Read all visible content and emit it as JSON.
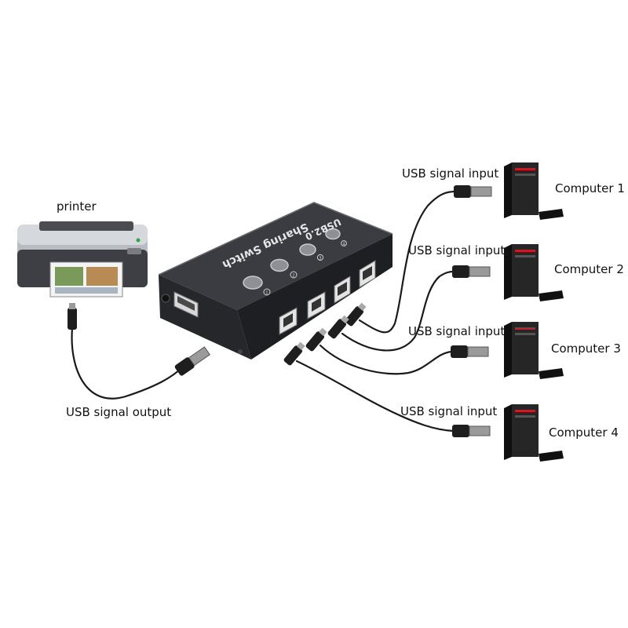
{
  "labels": {
    "printer": "printer",
    "usb_output": "USB signal output",
    "usb_input_1": "USB signal input",
    "usb_input_2": "USB signal input",
    "usb_input_3": "USB signal input",
    "usb_input_4": "USB signal input",
    "computer_1": "Computer 1",
    "computer_2": "Computer 2",
    "computer_3": "Computer 3",
    "computer_4": "Computer 4"
  },
  "device": {
    "model_text": "USB2.0",
    "name_text": "Sharing Switch",
    "button_numbers": [
      "1",
      "2",
      "3",
      "4"
    ]
  },
  "colors": {
    "device_body": "#2c2e33",
    "cable": "#1a1a1a",
    "tower": "#1c1c1c",
    "tower_accent": "#c0202a"
  }
}
